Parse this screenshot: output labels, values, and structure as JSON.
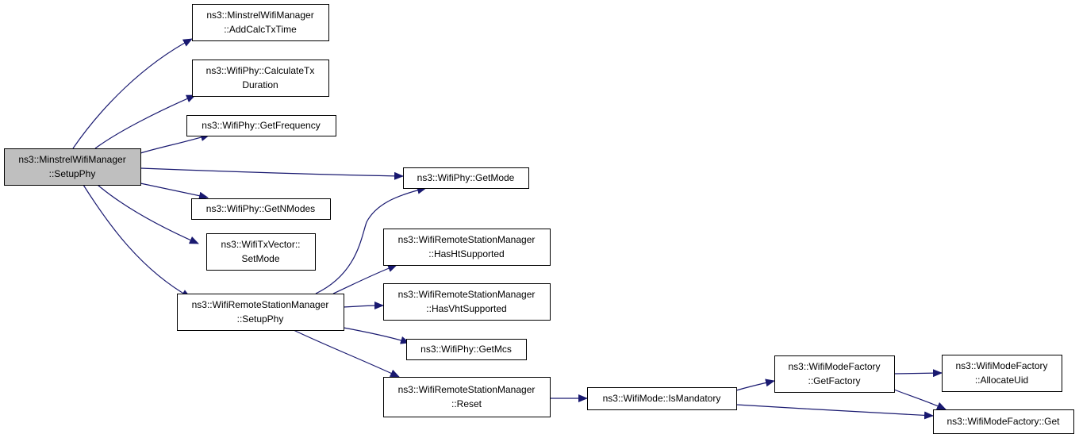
{
  "colors": {
    "edge": "#191970",
    "node_fill": "#ffffff",
    "node_border": "#000000",
    "root_fill": "#bfbfbf"
  },
  "nodes": [
    {
      "id": "setupphy_minstrel",
      "lines": [
        "ns3::MinstrelWifiManager",
        "::SetupPhy"
      ],
      "root": true
    },
    {
      "id": "addcalctxtime",
      "lines": [
        "ns3::MinstrelWifiManager",
        "::AddCalcTxTime"
      ]
    },
    {
      "id": "calculatetxduration",
      "lines": [
        "ns3::WifiPhy::CalculateTx",
        "Duration"
      ]
    },
    {
      "id": "getfrequency",
      "lines": [
        "ns3::WifiPhy::GetFrequency"
      ]
    },
    {
      "id": "getmode",
      "lines": [
        "ns3::WifiPhy::GetMode"
      ]
    },
    {
      "id": "getnmodes",
      "lines": [
        "ns3::WifiPhy::GetNModes"
      ]
    },
    {
      "id": "setmode",
      "lines": [
        "ns3::WifiTxVector::",
        "SetMode"
      ]
    },
    {
      "id": "setupphy_remote",
      "lines": [
        "ns3::WifiRemoteStationManager",
        "::SetupPhy"
      ]
    },
    {
      "id": "hashtsupported",
      "lines": [
        "ns3::WifiRemoteStationManager",
        "::HasHtSupported"
      ]
    },
    {
      "id": "hasvhtsupported",
      "lines": [
        "ns3::WifiRemoteStationManager",
        "::HasVhtSupported"
      ]
    },
    {
      "id": "getmcs",
      "lines": [
        "ns3::WifiPhy::GetMcs"
      ]
    },
    {
      "id": "reset",
      "lines": [
        "ns3::WifiRemoteStationManager",
        "::Reset"
      ]
    },
    {
      "id": "ismandatory",
      "lines": [
        "ns3::WifiMode::IsMandatory"
      ]
    },
    {
      "id": "getfactory",
      "lines": [
        "ns3::WifiModeFactory",
        "::GetFactory"
      ]
    },
    {
      "id": "allocateuid",
      "lines": [
        "ns3::WifiModeFactory",
        "::AllocateUid"
      ]
    },
    {
      "id": "factoryget",
      "lines": [
        "ns3::WifiModeFactory::Get"
      ]
    }
  ],
  "edges": [
    {
      "from": "setupphy_minstrel",
      "to": "addcalctxtime"
    },
    {
      "from": "setupphy_minstrel",
      "to": "calculatetxduration"
    },
    {
      "from": "setupphy_minstrel",
      "to": "getfrequency"
    },
    {
      "from": "setupphy_minstrel",
      "to": "getmode"
    },
    {
      "from": "setupphy_minstrel",
      "to": "getnmodes"
    },
    {
      "from": "setupphy_minstrel",
      "to": "setmode"
    },
    {
      "from": "setupphy_minstrel",
      "to": "setupphy_remote"
    },
    {
      "from": "setupphy_remote",
      "to": "getmode"
    },
    {
      "from": "setupphy_remote",
      "to": "hashtsupported"
    },
    {
      "from": "setupphy_remote",
      "to": "hasvhtsupported"
    },
    {
      "from": "setupphy_remote",
      "to": "getmcs"
    },
    {
      "from": "setupphy_remote",
      "to": "reset"
    },
    {
      "from": "reset",
      "to": "ismandatory"
    },
    {
      "from": "ismandatory",
      "to": "getfactory"
    },
    {
      "from": "ismandatory",
      "to": "factoryget"
    },
    {
      "from": "getfactory",
      "to": "allocateuid"
    },
    {
      "from": "getfactory",
      "to": "factoryget"
    }
  ]
}
